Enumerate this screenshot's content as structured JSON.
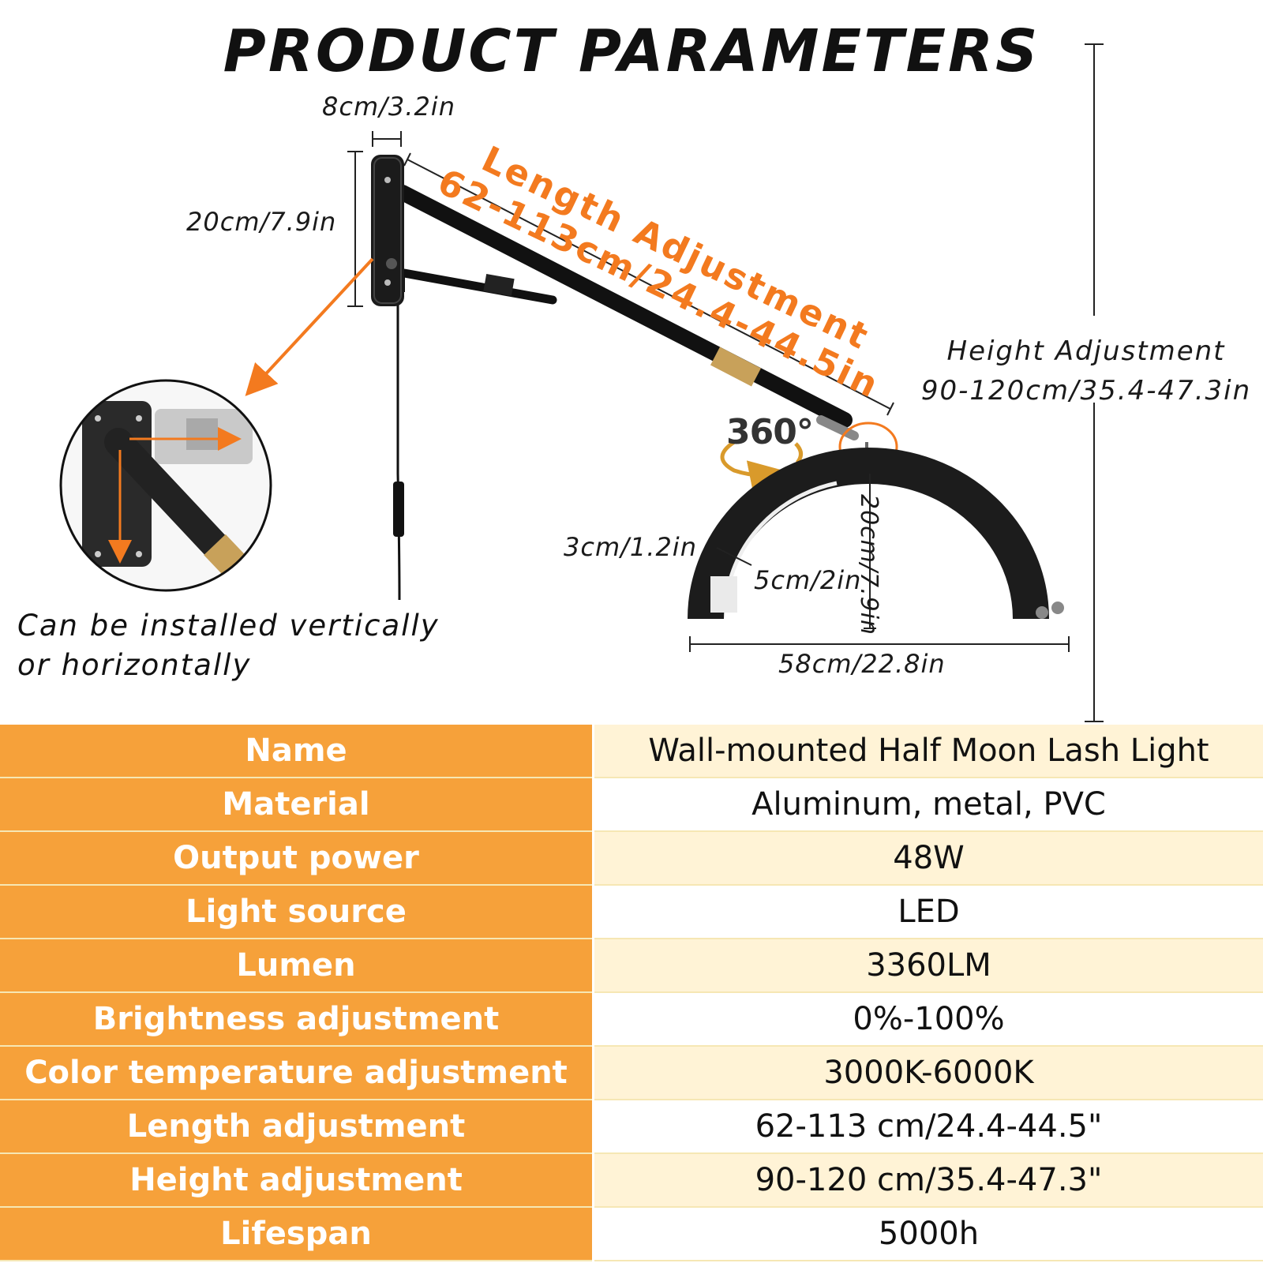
{
  "title": "PRODUCT PARAMETERS",
  "dimensions": {
    "plate_width": "8cm/3.2in",
    "plate_height": "20cm/7.9in",
    "length_adjustment_line1": "Length Adjustment",
    "length_adjustment_line2": "62-113cm/24.4-44.5in",
    "rotation": "360°",
    "height_adjustment_line1": "Height Adjustment",
    "height_adjustment_line2": "90-120cm/35.4-47.3in",
    "lamp_thickness": "3cm/1.2in",
    "lamp_face_width": "5cm/2in",
    "lamp_height": "20cm/7.9in",
    "lamp_width": "58cm/22.8in"
  },
  "install_note": {
    "line1": "Can be installed vertically",
    "line2": "or horizontally"
  },
  "colors": {
    "accent": "#f37a1f",
    "table_key_bg": "#f6a13a",
    "table_value_bg": "#fff3d6",
    "brass": "#c8a15a"
  },
  "icons": [
    "wall-plate-icon",
    "swing-arm-icon",
    "half-moon-lamp-icon",
    "rotate-360-icon",
    "zoom-circle-icon"
  ],
  "specs": [
    {
      "name": "Name",
      "value": "Wall-mounted Half Moon Lash Light"
    },
    {
      "name": "Material",
      "value": "Aluminum, metal, PVC"
    },
    {
      "name": "Output power",
      "value": "48W"
    },
    {
      "name": "Light source",
      "value": "LED"
    },
    {
      "name": "Lumen",
      "value": "3360LM"
    },
    {
      "name": "Brightness adjustment",
      "value": "0%-100%"
    },
    {
      "name": "Color temperature adjustment",
      "value": "3000K-6000K"
    },
    {
      "name": "Length adjustment",
      "value": "62-113 cm/24.4-44.5\""
    },
    {
      "name": "Height adjustment",
      "value": "90-120 cm/35.4-47.3\""
    },
    {
      "name": "Lifespan",
      "value": "5000h"
    }
  ]
}
